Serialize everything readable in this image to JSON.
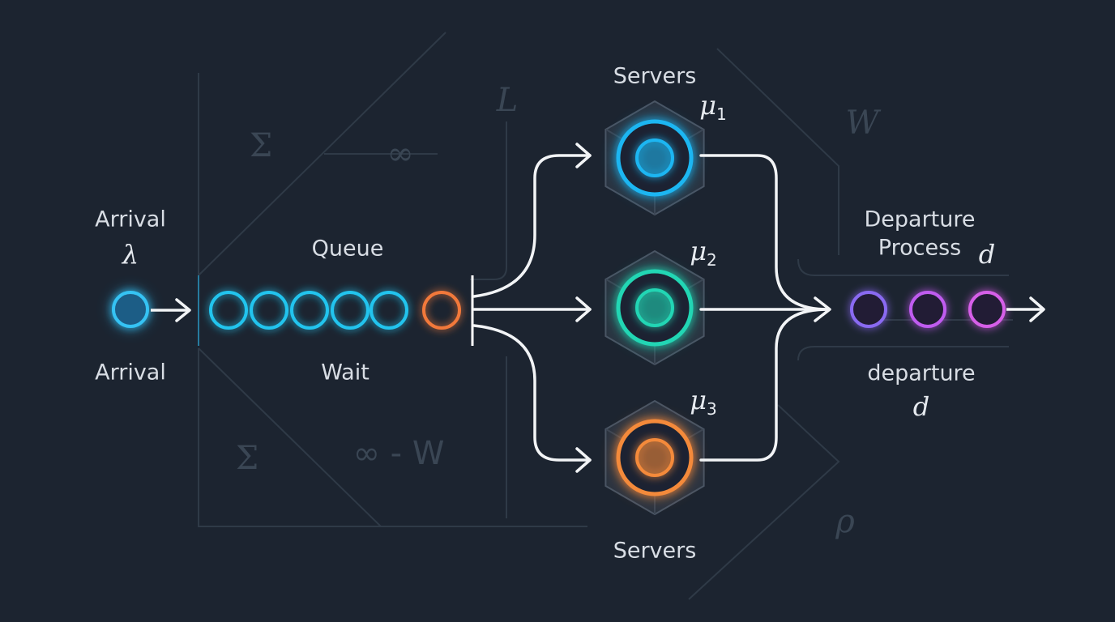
{
  "labels": {
    "arrival_top": "Arrival",
    "arrival_bottom": "Arrival",
    "queue": "Queue",
    "wait": "Wait",
    "servers_top": "Servers",
    "servers_bottom": "Servers",
    "departure_line1": "Departure",
    "departure_line2": "Process",
    "departure_lower": "departure"
  },
  "symbols": {
    "lambda": "λ",
    "mu": "μ",
    "mu1_sub": "1",
    "mu2_sub": "2",
    "mu3_sub": "3",
    "d_top": "d",
    "d_bottom": "d"
  },
  "background_symbols": {
    "sigma_top": "Σ",
    "infinity_top": "∞",
    "L": "L",
    "W_top": "W",
    "sigma_bottom": "Σ",
    "infinity_w": "∞ - W",
    "rho": "ρ"
  },
  "colors": {
    "background": "#1c2430",
    "arrival": "#2bb8f0",
    "queue_customer": "#22c4ee",
    "queue_last": "#f2793a",
    "server1": "#1fb6f2",
    "server2": "#20d6b4",
    "server3": "#f48a3a",
    "departure1": "#8a6bf2",
    "departure2": "#c05bf0",
    "departure3": "#d65ee8",
    "arrow": "#f2f4f6",
    "ghost": "#3a4654"
  }
}
